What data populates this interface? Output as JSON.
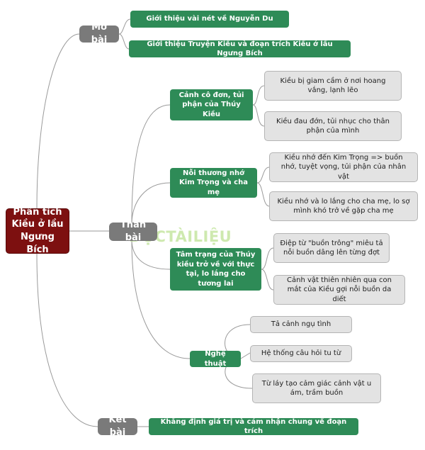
{
  "root": {
    "label": "Phân tích Kiều ở lầu Ngưng Bích"
  },
  "mo_bai": {
    "label": "Mở bài",
    "items": [
      "Giới thiệu vài nét về Nguyễn Du",
      "Giới thiệu Truyện Kiều và đoạn trích Kiều ở lầu Ngưng Bích"
    ]
  },
  "than_bai": {
    "label": "Thân bài",
    "branches": [
      {
        "label": "Cảnh cô đơn, tủi phận của Thúy Kiều",
        "items": [
          "Kiều bị giam cầm ở nơi hoang vắng, lạnh lẽo",
          "Kiều đau đớn, tủi nhục cho thân phận của mình"
        ]
      },
      {
        "label": "Nỗi thương nhớ Kim Trọng và cha mẹ",
        "items": [
          "Kiều nhớ đến Kim Trọng => buồn nhớ, tuyệt vọng, tủi phận của nhân vật",
          "Kiều nhớ và lo lắng cho cha mẹ, lo sợ mình khó trở về gặp cha mẹ"
        ]
      },
      {
        "label": "Tâm trạng của Thúy kiều trở về với thực tại, lo lắng cho tương lai",
        "items": [
          "Điệp từ \"buồn trông\" miêu tả nỗi buồn dâng lên từng đợt",
          "Cảnh vật thiên nhiên qua con mắt của Kiều gợi nỗi buồn da diết"
        ]
      },
      {
        "label": "Nghệ thuật",
        "items": [
          "Tả cảnh ngụ tình",
          "Hệ thống câu hỏi tu từ",
          "Từ láy tạo cảm giác cảnh vật u ám, trầm buồn"
        ]
      }
    ]
  },
  "ket_bai": {
    "label": "Kết bài",
    "items": [
      "Khẳng định giá trị và cảm nhận chung về đoạn trích"
    ]
  },
  "watermark": "ĐỌCTÀILIỆU",
  "colors": {
    "root": "#7d1010",
    "section": "#7a7a7a",
    "branch": "#2e8b57",
    "leaf": "#e3e3e3",
    "line": "#9a9a9a"
  }
}
